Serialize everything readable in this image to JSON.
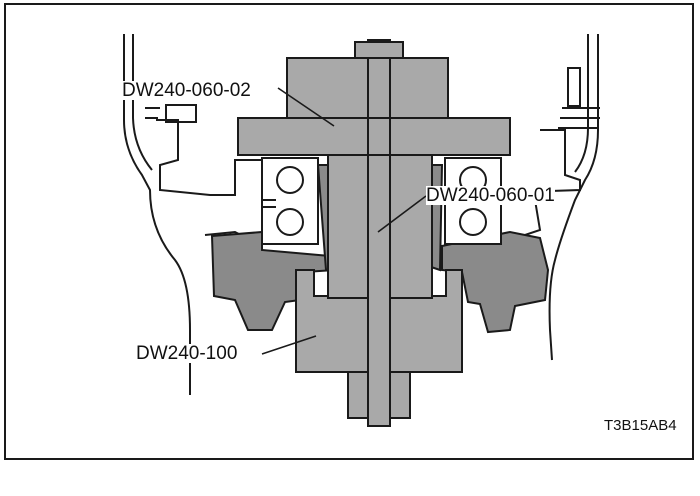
{
  "labels": {
    "tool_02": "DW240-060-02",
    "tool_01": "DW240-060-01",
    "tool_100": "DW240-100"
  },
  "figure_code": "T3B15AB4",
  "colors": {
    "tool_fill": "#a9a9a9",
    "part_fill": "#8a8a8a",
    "line": "#1a1a1a",
    "background": "#ffffff"
  }
}
